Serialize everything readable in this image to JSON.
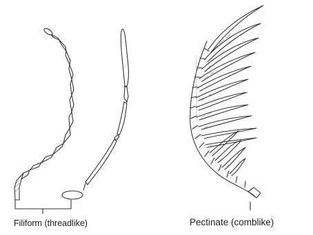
{
  "figure": {
    "panels": [
      {
        "id": "filiform",
        "caption": "Filiform (threadlike)"
      },
      {
        "id": "pectinate",
        "caption": "Pectinate (comblike)"
      }
    ]
  }
}
